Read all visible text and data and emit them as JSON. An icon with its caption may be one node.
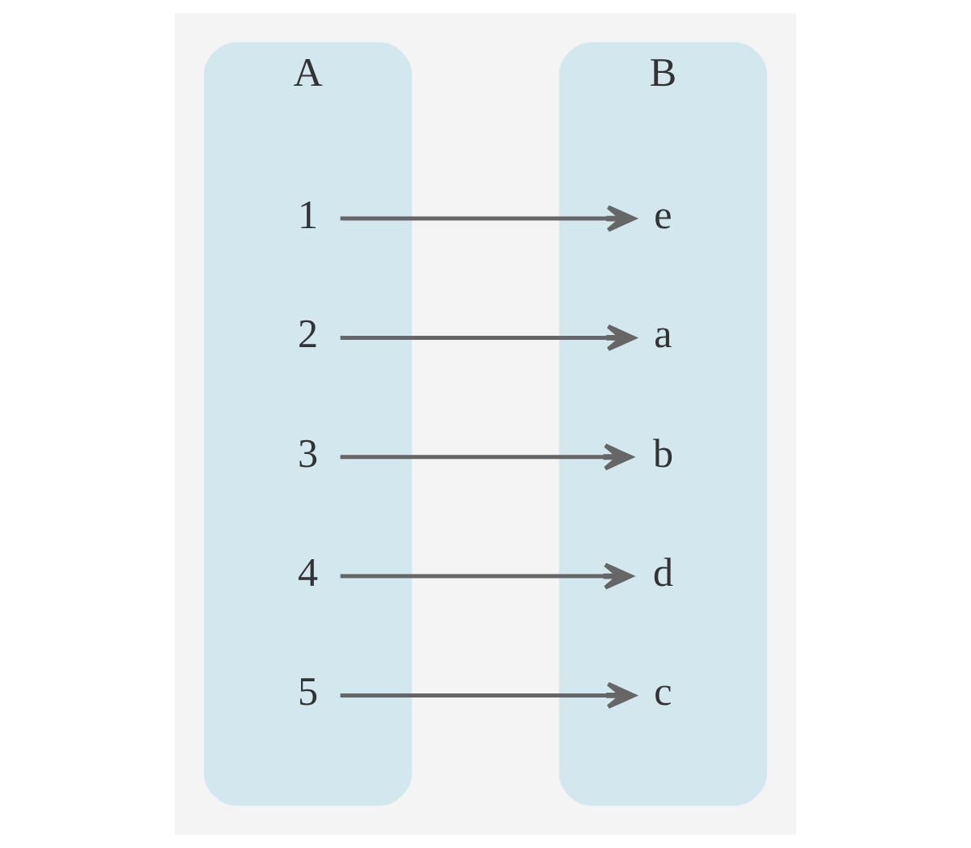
{
  "diagram": {
    "nodes": [
      {
        "text": [
          "A"
        ]
      },
      {
        "text": [
          "1"
        ],
        "in": 0
      },
      {
        "text": [
          "2"
        ],
        "in": 0
      },
      {
        "text": [
          "3"
        ],
        "in": 0
      },
      {
        "text": [
          "4"
        ],
        "in": 0
      },
      {
        "text": [
          "5"
        ],
        "in": 0
      },
      {
        "text": [
          "B"
        ]
      },
      {
        "text": [
          "a"
        ],
        "in": 6
      },
      {
        "text": [
          "b"
        ],
        "in": 6
      },
      {
        "text": [
          "c"
        ],
        "in": 6
      },
      {
        "text": [
          "d"
        ],
        "in": 6
      },
      {
        "text": [
          "e"
        ],
        "in": 6
      }
    ],
    "edges": [
      {
        "from": 1,
        "to": 11,
        "arrow": "to"
      },
      {
        "from": 2,
        "to": 7,
        "arrow": "to"
      },
      {
        "from": 3,
        "to": 8,
        "arrow": "to"
      },
      {
        "from": 4,
        "to": 10,
        "arrow": "to"
      },
      {
        "from": 5,
        "to": 9,
        "arrow": "to"
      }
    ]
  }
}
